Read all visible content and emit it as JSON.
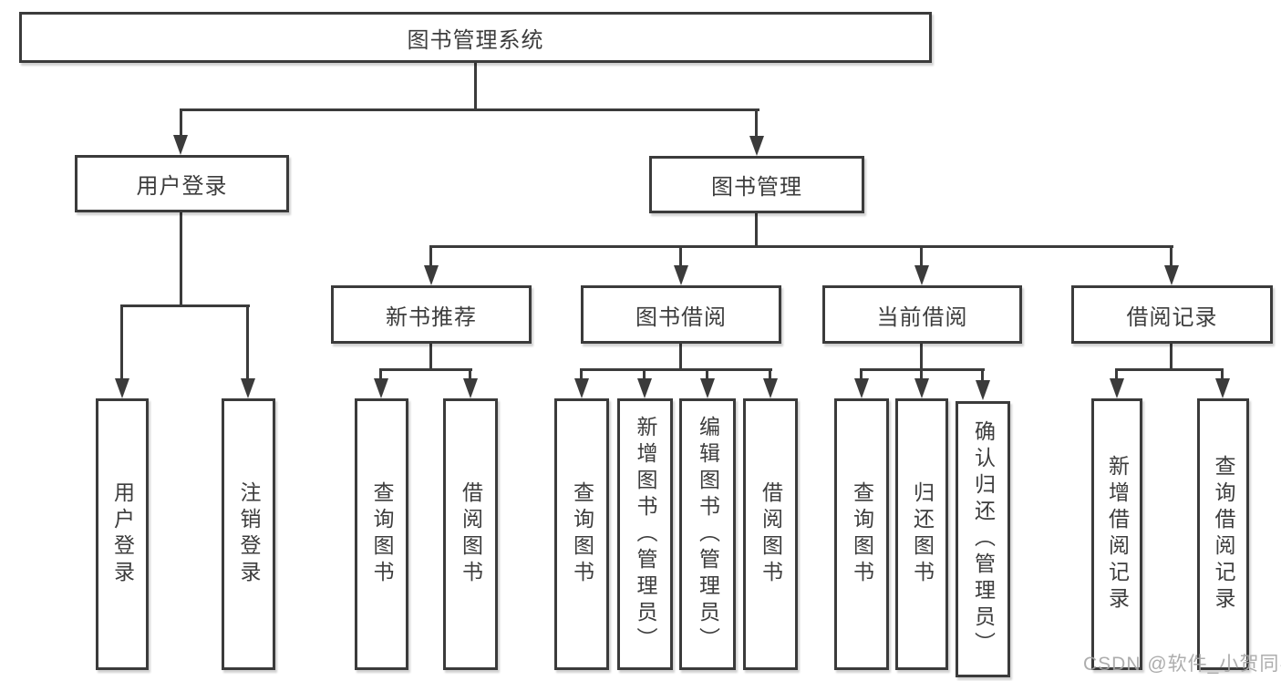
{
  "diagram": {
    "title": "图书管理系统",
    "watermark": "CSDN @软件_小贺同学",
    "colors": {
      "line": "#3b3b3b",
      "border": "#3b3b3b",
      "text": "#3d3d3d",
      "watermark": "#a5a5a5",
      "background": "#ffffff"
    },
    "nodes": {
      "root": {
        "label": "图书管理系统"
      },
      "user_login": {
        "label": "用户登录"
      },
      "book_mgmt": {
        "label": "图书管理"
      },
      "new_book_rec": {
        "label": "新书推荐"
      },
      "book_borrow": {
        "label": "图书借阅"
      },
      "current_borrow": {
        "label": "当前借阅"
      },
      "borrow_records": {
        "label": "借阅记录"
      },
      "ul_user_login": {
        "label": "用户登录"
      },
      "ul_logout": {
        "label": "注销登录"
      },
      "nr_query_book": {
        "label": "查询图书"
      },
      "nr_borrow_book": {
        "label": "借阅图书"
      },
      "bb_query_book": {
        "label": "查询图书"
      },
      "bb_add_book": {
        "label": "新增图书（管理员）"
      },
      "bb_edit_book": {
        "label": "编辑图书（管理员）"
      },
      "bb_borrow_book": {
        "label": "借阅图书"
      },
      "cb_query_book": {
        "label": "查询图书"
      },
      "cb_return_book": {
        "label": "归还图书"
      },
      "cb_confirm_return": {
        "label": "确认归还（管理员）"
      },
      "br_add_record": {
        "label": "新增借阅记录"
      },
      "br_query_record": {
        "label": "查询借阅记录"
      }
    },
    "tree": {
      "root": [
        "user_login",
        "book_mgmt"
      ],
      "user_login": [
        "ul_user_login",
        "ul_logout"
      ],
      "book_mgmt": [
        "new_book_rec",
        "book_borrow",
        "current_borrow",
        "borrow_records"
      ],
      "new_book_rec": [
        "nr_query_book",
        "nr_borrow_book"
      ],
      "book_borrow": [
        "bb_query_book",
        "bb_add_book",
        "bb_edit_book",
        "bb_borrow_book"
      ],
      "current_borrow": [
        "cb_query_book",
        "cb_return_book",
        "cb_confirm_return"
      ],
      "borrow_records": [
        "br_add_record",
        "br_query_record"
      ]
    }
  }
}
